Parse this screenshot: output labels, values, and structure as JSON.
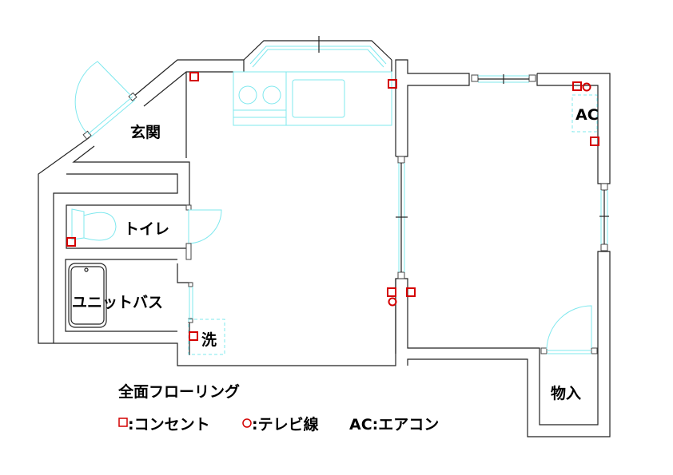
{
  "rooms": {
    "entrance": "玄関",
    "toilet": "トイレ",
    "unit_bath": "ユニットバス",
    "washer": "洗",
    "aircon": "AC",
    "storage": "物入"
  },
  "notes": {
    "flooring": "全面フローリング",
    "legend_outlet": ":コンセント",
    "legend_tv": ":テレビ線",
    "legend_ac": "AC:エアコン"
  },
  "colors": {
    "walls": "#222222",
    "fixtures": "#7fe8ee",
    "markers": "#d40000"
  }
}
